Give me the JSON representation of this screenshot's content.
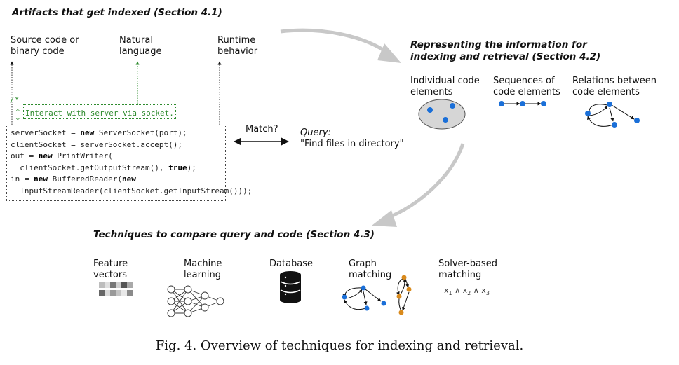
{
  "headings": {
    "artifacts": "Artifacts that get indexed (Section 4.1)",
    "representing_line1": "Representing the information for",
    "representing_line2": "indexing and retrieval (Section 4.2)",
    "techniques": "Techniques to compare query and code (Section 4.3)"
  },
  "artifacts": {
    "source_line1": "Source code or",
    "source_line2": "binary code",
    "natural_line1": "Natural",
    "natural_line2": "language",
    "runtime_line1": "Runtime",
    "runtime_line2": "behavior"
  },
  "code": {
    "comment_open": "/*",
    "comment_star": "*",
    "comment_text": "Interact with server via socket.",
    "comment_star2": "*",
    "l1_a": "serverSocket = ",
    "l1_kw": "new",
    "l1_b": " ServerSocket(port);",
    "l2": "clientSocket = serverSocket.accept();",
    "l3_a": "out = ",
    "l3_kw": "new",
    "l3_b": " PrintWriter(",
    "l4_a": "  clientSocket.getOutputStream(), ",
    "l4_kw": "true",
    "l4_b": ");",
    "l5_a": "in = ",
    "l5_kw": "new",
    "l5_b": " BufferedReader(",
    "l5_kw2": "new",
    "l6": "  InputStreamReader(clientSocket.getInputStream()));"
  },
  "match": {
    "label": "Match?",
    "query_label": "Query:",
    "query_text": "\"Find files in directory\""
  },
  "representations": {
    "individual_line1": "Individual code",
    "individual_line2": "elements",
    "sequences_line1": "Sequences of",
    "sequences_line2": "code elements",
    "relations_line1": "Relations between",
    "relations_line2": "code elements"
  },
  "techniques": {
    "feature_line1": "Feature",
    "feature_line2": "vectors",
    "ml_line1": "Machine",
    "ml_line2": "learning",
    "database": "Database",
    "graph_line1": "Graph",
    "graph_line2": "matching",
    "solver_line1": "Solver-based",
    "solver_line2": "matching"
  },
  "caption": "Fig. 4.  Overview of techniques for indexing and retrieval.",
  "colors": {
    "node_blue": "#1a6fd8",
    "node_orange": "#d98a1c",
    "flow_arrow": "#c8c8c8",
    "comment_green": "#2e8b2e",
    "ellipse_fill": "#d6d6d6"
  }
}
